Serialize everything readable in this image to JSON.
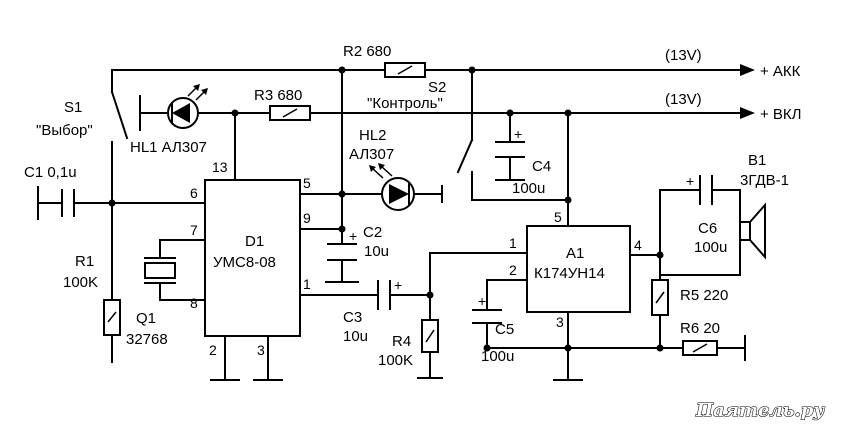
{
  "rails": {
    "akk_voltage": "(13V)",
    "akk_label": "+ АКК",
    "vkl_voltage": "(13V)",
    "vkl_label": "+ ВКЛ"
  },
  "switches": {
    "s1_ref": "S1",
    "s1_name": "\"Выбор\"",
    "s2_ref": "S2",
    "s2_name": "\"Контроль\""
  },
  "components": {
    "r1_ref": "R1",
    "r1_value": "100K",
    "r2_label": "R2 680",
    "r3_label": "R3 680",
    "r4_ref": "R4",
    "r4_value": "100K",
    "r5_label": "R5 220",
    "r6_label": "R6 20",
    "c1_label": "C1 0,1u",
    "c2_ref": "C2",
    "c2_value": "10u",
    "c3_ref": "C3",
    "c3_value": "10u",
    "c4_ref": "C4",
    "c4_value": "100u",
    "c5_ref": "C5",
    "c5_value": "100u",
    "c6_ref": "C6",
    "c6_value": "100u",
    "hl1_label": "HL1 АЛ307",
    "hl2_ref": "HL2",
    "hl2_value": "АЛ307",
    "q1_ref": "Q1",
    "q1_value": "32768",
    "b1_ref": "B1",
    "b1_value": "3ГДВ-1"
  },
  "chips": {
    "d1_ref": "D1",
    "d1_name": "УМС8-08",
    "a1_ref": "A1",
    "a1_name": "К174УН14"
  },
  "pins": {
    "d1_13": "13",
    "d1_5": "5",
    "d1_6": "6",
    "d1_9": "9",
    "d1_7": "7",
    "d1_1": "1",
    "d1_8": "8",
    "d1_2": "2",
    "d1_3": "3",
    "a1_5": "5",
    "a1_1": "1",
    "a1_2": "2",
    "a1_4": "4",
    "a1_3": "3"
  },
  "polarity": {
    "plus": "+"
  },
  "watermark": "Паятель.ру"
}
